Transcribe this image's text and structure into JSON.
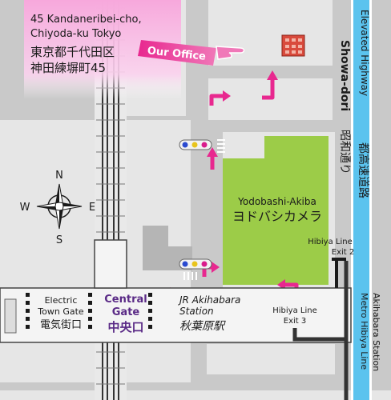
{
  "address": {
    "en_line1": "45 Kandaneribei-cho,",
    "en_line2": "Chiyoda-ku Tokyo",
    "ja_line1": "東京都千代田区",
    "ja_line2": "神田練塀町45"
  },
  "office_callout": "Our Office",
  "roads": {
    "elevated_highway": "Elevated Highway",
    "showa_dori": "Showa-dori",
    "showa_dori_ja": "昭和通り",
    "highway_ja": "都高速道路"
  },
  "landmark": {
    "name_en": "Yodobashi-Akiba",
    "name_ja": "ヨドバシカメラ"
  },
  "compass": {
    "n": "N",
    "e": "E",
    "s": "S",
    "w": "W"
  },
  "station": {
    "name_en_line1": "JR Akihabara",
    "name_en_line2": "Station",
    "name_ja": "秋葉原駅",
    "electric_gate_line1": "Electric",
    "electric_gate_line2": "Town Gate",
    "electric_gate_ja": "電気街口",
    "central_gate_line1": "Central",
    "central_gate_line2": "Gate",
    "central_gate_ja": "中央口"
  },
  "exits": {
    "hibiya_exit2_line1": "Hibiya Line",
    "hibiya_exit2_line2": "Exit 2",
    "hibiya_exit3_line1": "Hibiya Line",
    "hibiya_exit3_line2": "Exit 3"
  },
  "metro_station": {
    "line1": "Metro Hibiya Line",
    "line2": "Akihabara Station"
  },
  "colors": {
    "route": "#e8288f",
    "highway": "#5bc3ee",
    "landmark": "#9ccc48",
    "block": "#e6e6e6",
    "road": "#c9c9c9",
    "office": "#d94a3c",
    "address_bg": "#f7a8dc",
    "station_text": "#5a2a86"
  }
}
